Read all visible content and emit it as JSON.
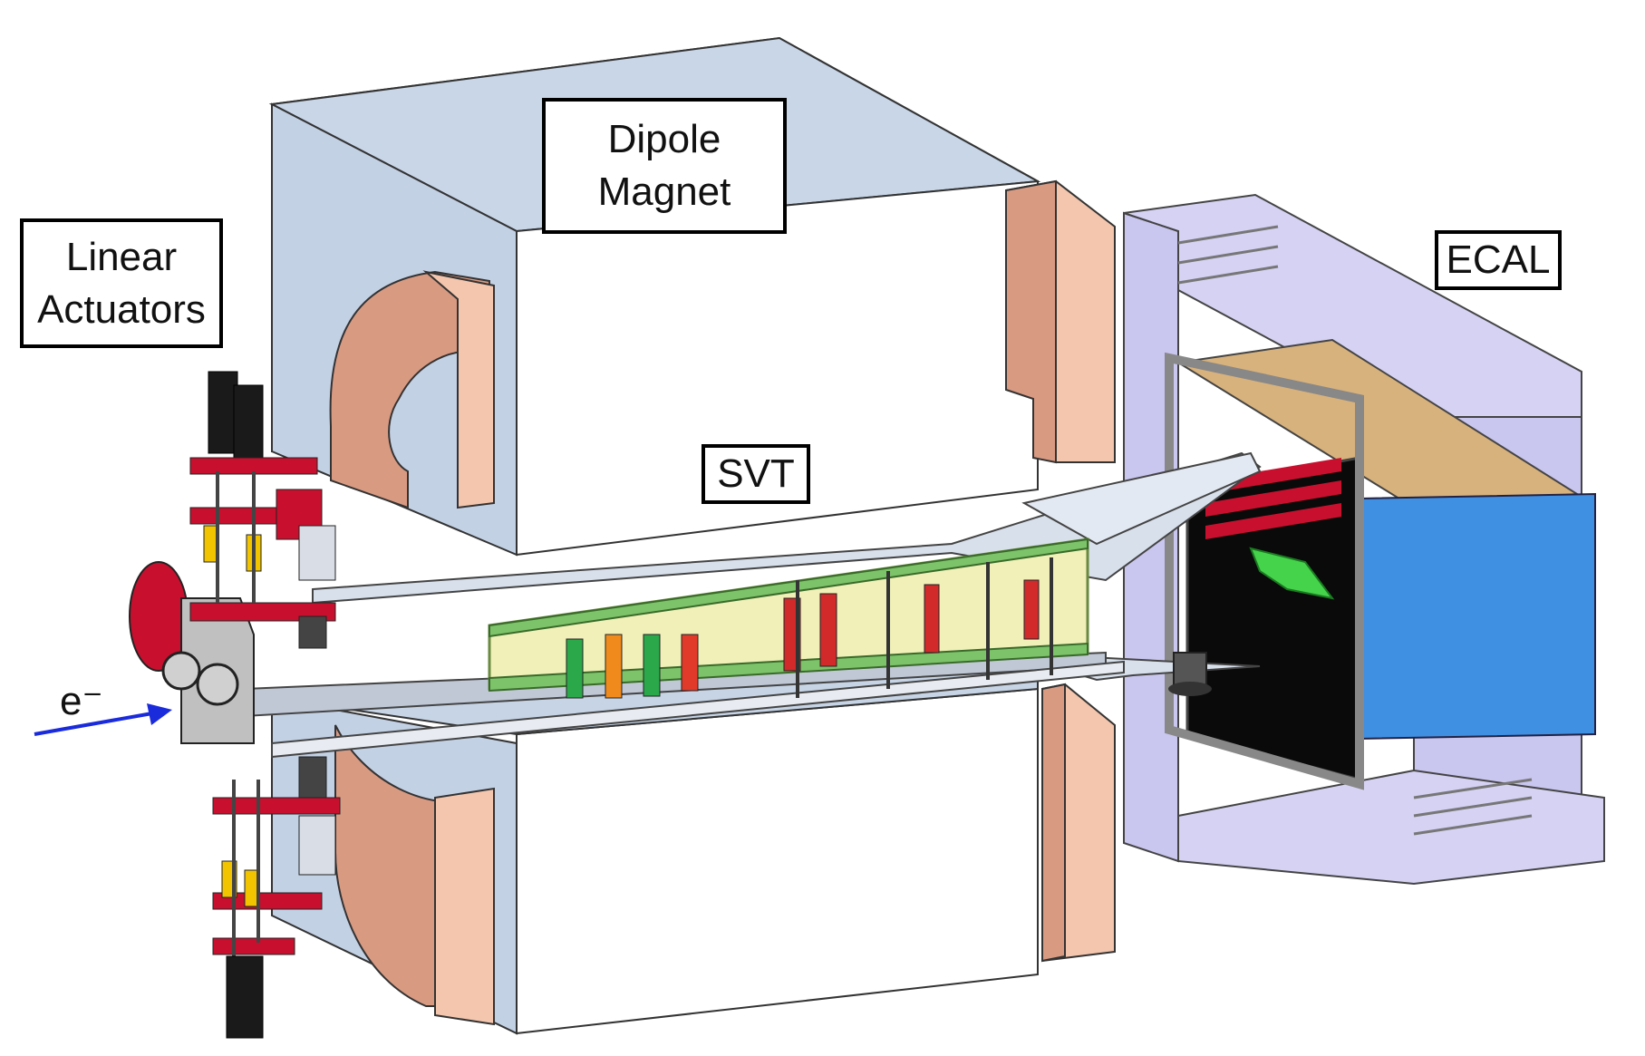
{
  "labels": {
    "dipole_line1": "Dipole",
    "dipole_line2": "Magnet",
    "actuators_line1": "Linear",
    "actuators_line2": "Actuators",
    "ecal": "ECAL",
    "svt": "SVT",
    "beam": "e⁻"
  },
  "colors": {
    "magnet_face": "#ffffff",
    "magnet_side": "#c6d4e6",
    "coil": "#d99a82",
    "coil_light": "#f4c6ae",
    "frame": "#c9c6ef",
    "ecal_blue": "#3f8fe3",
    "ecal_wood": "#d8b27c",
    "actuator_red": "#c8102e",
    "actuator_yellow": "#f2c400",
    "svt_green": "#7cc36a",
    "beam_arrow": "#1a2bdc"
  }
}
